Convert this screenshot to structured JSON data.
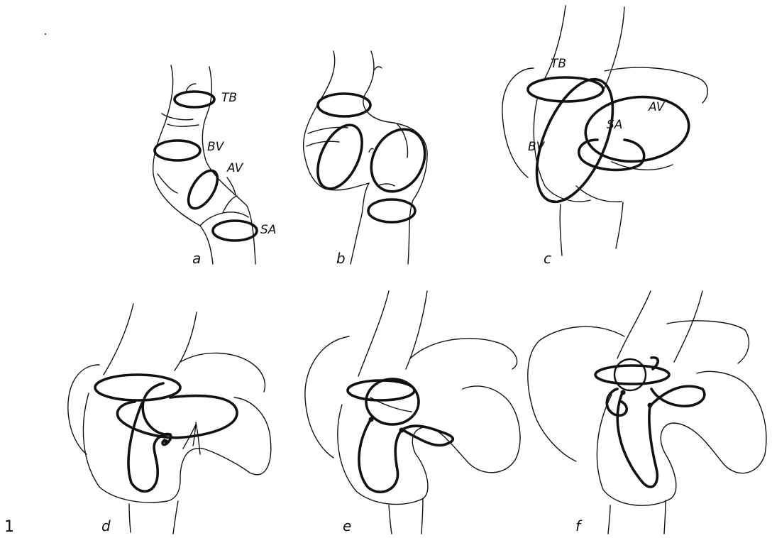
{
  "figure": {
    "number": "1",
    "panels": [
      {
        "letter": "a",
        "labels": {
          "tb": "TB",
          "bv": "BV",
          "av": "AV",
          "sa": "SA"
        }
      },
      {
        "letter": "b"
      },
      {
        "letter": "c",
        "labels": {
          "tb": "TB",
          "bv": "BV",
          "av": "AV",
          "sa": "SA"
        }
      },
      {
        "letter": "d"
      },
      {
        "letter": "e"
      },
      {
        "letter": "f"
      }
    ]
  }
}
